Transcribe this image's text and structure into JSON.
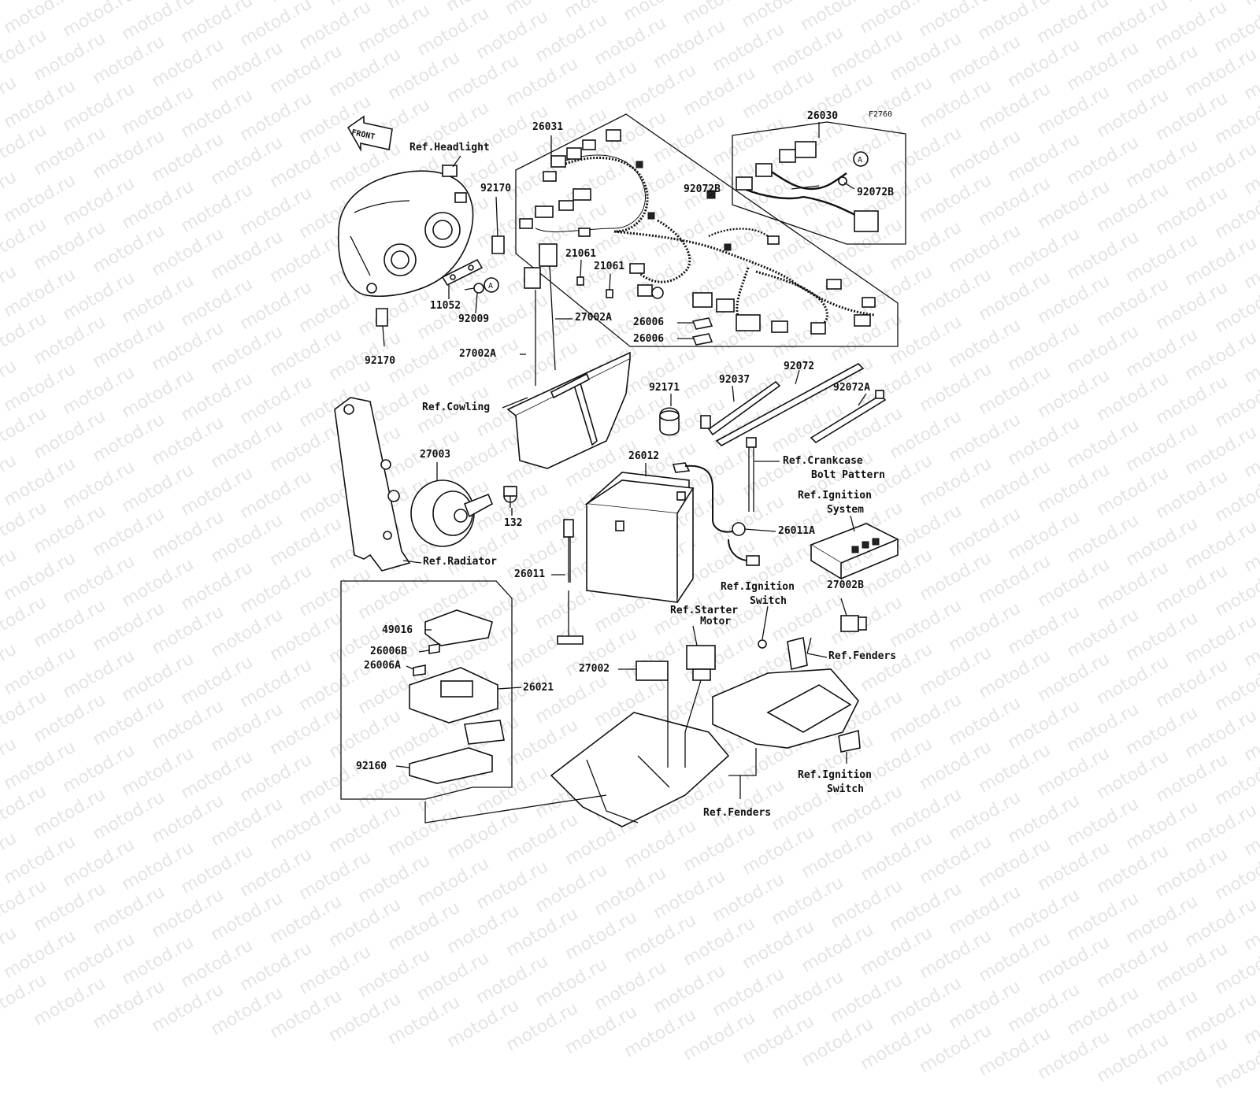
{
  "diagram": {
    "code": "F2760",
    "watermark": "motod.ru",
    "front_label": "FRONT",
    "circle_marker": "A",
    "labels": {
      "p26031": "26031",
      "p26030": "26030",
      "p92072B_a": "92072B",
      "p92072B_b": "92072B",
      "p21061_a": "21061",
      "p21061_b": "21061",
      "p26006_a": "26006",
      "p26006_b": "26006",
      "ref_headlight": "Ref.Headlight",
      "p92170_a": "92170",
      "p92170_b": "92170",
      "p11052": "11052",
      "p92009": "92009",
      "p27002A_a": "27002A",
      "p27002A_b": "27002A",
      "ref_cowling": "Ref.Cowling",
      "p92037": "92037",
      "p92072": "92072",
      "p92171": "92171",
      "p92072A": "92072A",
      "p27003": "27003",
      "p132": "132",
      "ref_radiator": "Ref.Radiator",
      "p26012": "26012",
      "ref_crankcase_1": "Ref.Crankcase",
      "ref_crankcase_2": "Bolt Pattern",
      "ref_ignition_system_1": "Ref.Ignition",
      "ref_ignition_system_2": "System",
      "p26011A": "26011A",
      "p26011": "26011",
      "ref_ignition_switch_a1": "Ref.Ignition",
      "ref_ignition_switch_a2": "Switch",
      "p27002B": "27002B",
      "ref_starter_motor_1": "Ref.Starter",
      "ref_starter_motor_2": "Motor",
      "ref_fenders_a": "Ref.Fenders",
      "p49016": "49016",
      "p26006B": "26006B",
      "p26006A": "26006A",
      "p26021": "26021",
      "p27002": "27002",
      "p92160": "92160",
      "ref_ignition_switch_b1": "Ref.Ignition",
      "ref_ignition_switch_b2": "Switch",
      "ref_fenders_b": "Ref.Fenders"
    }
  }
}
